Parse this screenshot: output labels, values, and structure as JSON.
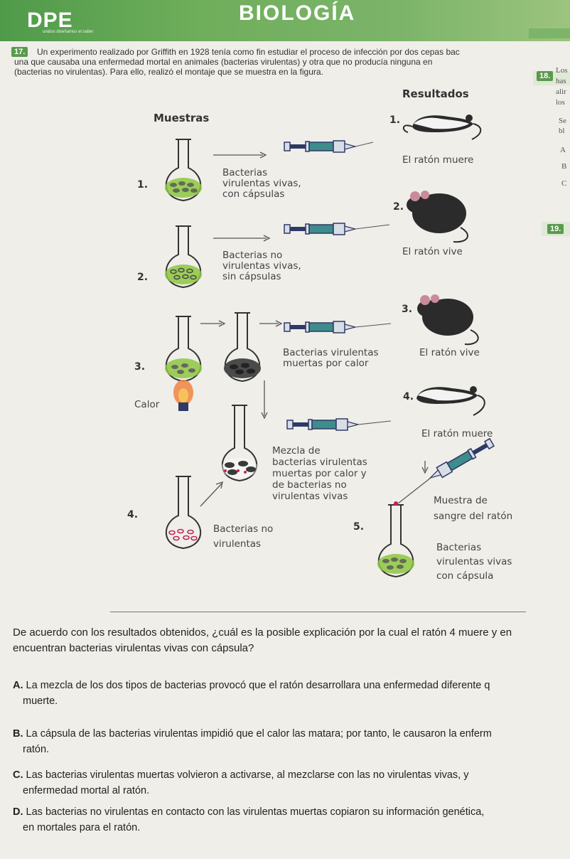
{
  "header": {
    "logo": "DPE",
    "logo_tagline": "unidos diseñamos el saber",
    "subject": "BIOLOGÍA"
  },
  "question17": {
    "number": "17.",
    "lines": [
      "Un experimento realizado por Griffith en 1928 tenía como fin estudiar el proceso de infección por dos cepas bac",
      "una que causaba una enfermedad mortal en animales (bacterias virulentas) y otra que no producía ninguna en",
      "(bacterias no virulentas). Para ello, realizó el montaje que se muestra en la figura."
    ]
  },
  "side_panel": {
    "q18": "18.",
    "q19": "19.",
    "fragments": [
      "Los",
      "has",
      "alir",
      "los",
      "Se",
      "bl",
      "A",
      "B",
      "C"
    ]
  },
  "figure": {
    "col_muestras": "Muestras",
    "col_resultados": "Resultados",
    "rows": [
      {
        "num": "1.",
        "sample": [
          "Bacterias",
          "virulentas vivas,",
          "con cápsulas"
        ],
        "result_num": "1.",
        "result": "El ratón muere"
      },
      {
        "num": "2.",
        "sample": [
          "Bacterias no",
          "virulentas vivas,",
          "sin cápsulas"
        ],
        "result_num": "2.",
        "result": "El ratón vive"
      },
      {
        "num": "3.",
        "sample": [
          "Bacterias virulentas",
          "muertas por calor"
        ],
        "result_num": "3.",
        "result": "El ratón vive",
        "heat": "Calor"
      },
      {
        "num": "4.",
        "sample": [
          "Mezcla de",
          "bacterias virulentas",
          "muertas por calor y",
          "de bacterias no",
          "virulentas vivas"
        ],
        "sample2": [
          "Bacterias no",
          "virulentas"
        ],
        "result_num": "4.",
        "result": "El ratón muere"
      }
    ],
    "row5": {
      "num": "5.",
      "blood": [
        "Muestra de",
        "sangre del ratón"
      ],
      "bacteria": [
        "Bacterias",
        "virulentas vivas",
        "con cápsula"
      ]
    }
  },
  "question": {
    "lines": [
      "De acuerdo con los resultados obtenidos, ¿cuál es la posible explicación por la cual el ratón 4 muere y en",
      "encuentran bacterias virulentas vivas con cápsula?"
    ]
  },
  "options": [
    {
      "letter": "A.",
      "lines": [
        "La mezcla de los dos tipos de bacterias provocó que el ratón desarrollara una enfermedad diferente q",
        "muerte."
      ]
    },
    {
      "letter": "B.",
      "lines": [
        "La cápsula de las bacterias virulentas impidió que el calor las matara; por tanto, le causaron la enferm",
        "ratón."
      ]
    },
    {
      "letter": "C.",
      "lines": [
        "Las bacterias virulentas muertas volvieron a activarse, al mezclarse con las no virulentas vivas, y",
        "enfermedad mortal al ratón."
      ]
    },
    {
      "letter": "D.",
      "lines": [
        "Las bacterias no virulentas en contacto con las virulentas muertas copiaron su información genética,",
        "en mortales para el ratón."
      ]
    }
  ]
}
